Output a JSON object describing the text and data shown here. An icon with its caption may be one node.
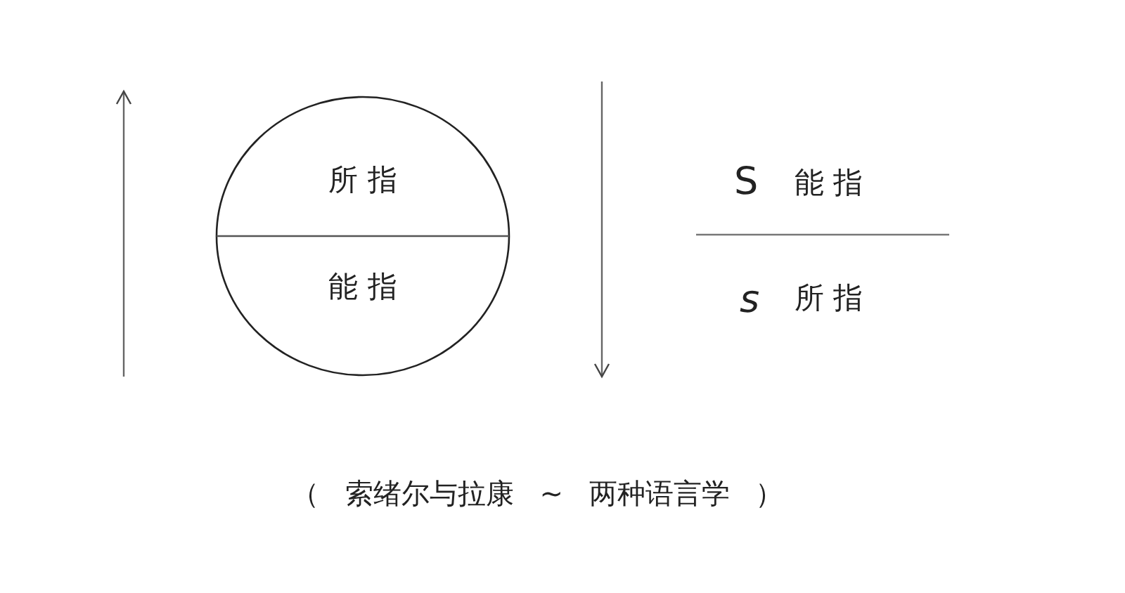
{
  "diagram": {
    "caption": "（ 索绪尔与拉康 ~ 两种语言学 ）",
    "nodes": [
      {
        "text": [
          "所 指",
          "能 指"
        ]
      }
    ],
    "labels": [
      "S",
      "能 指",
      "s",
      "所 指"
    ]
  }
}
